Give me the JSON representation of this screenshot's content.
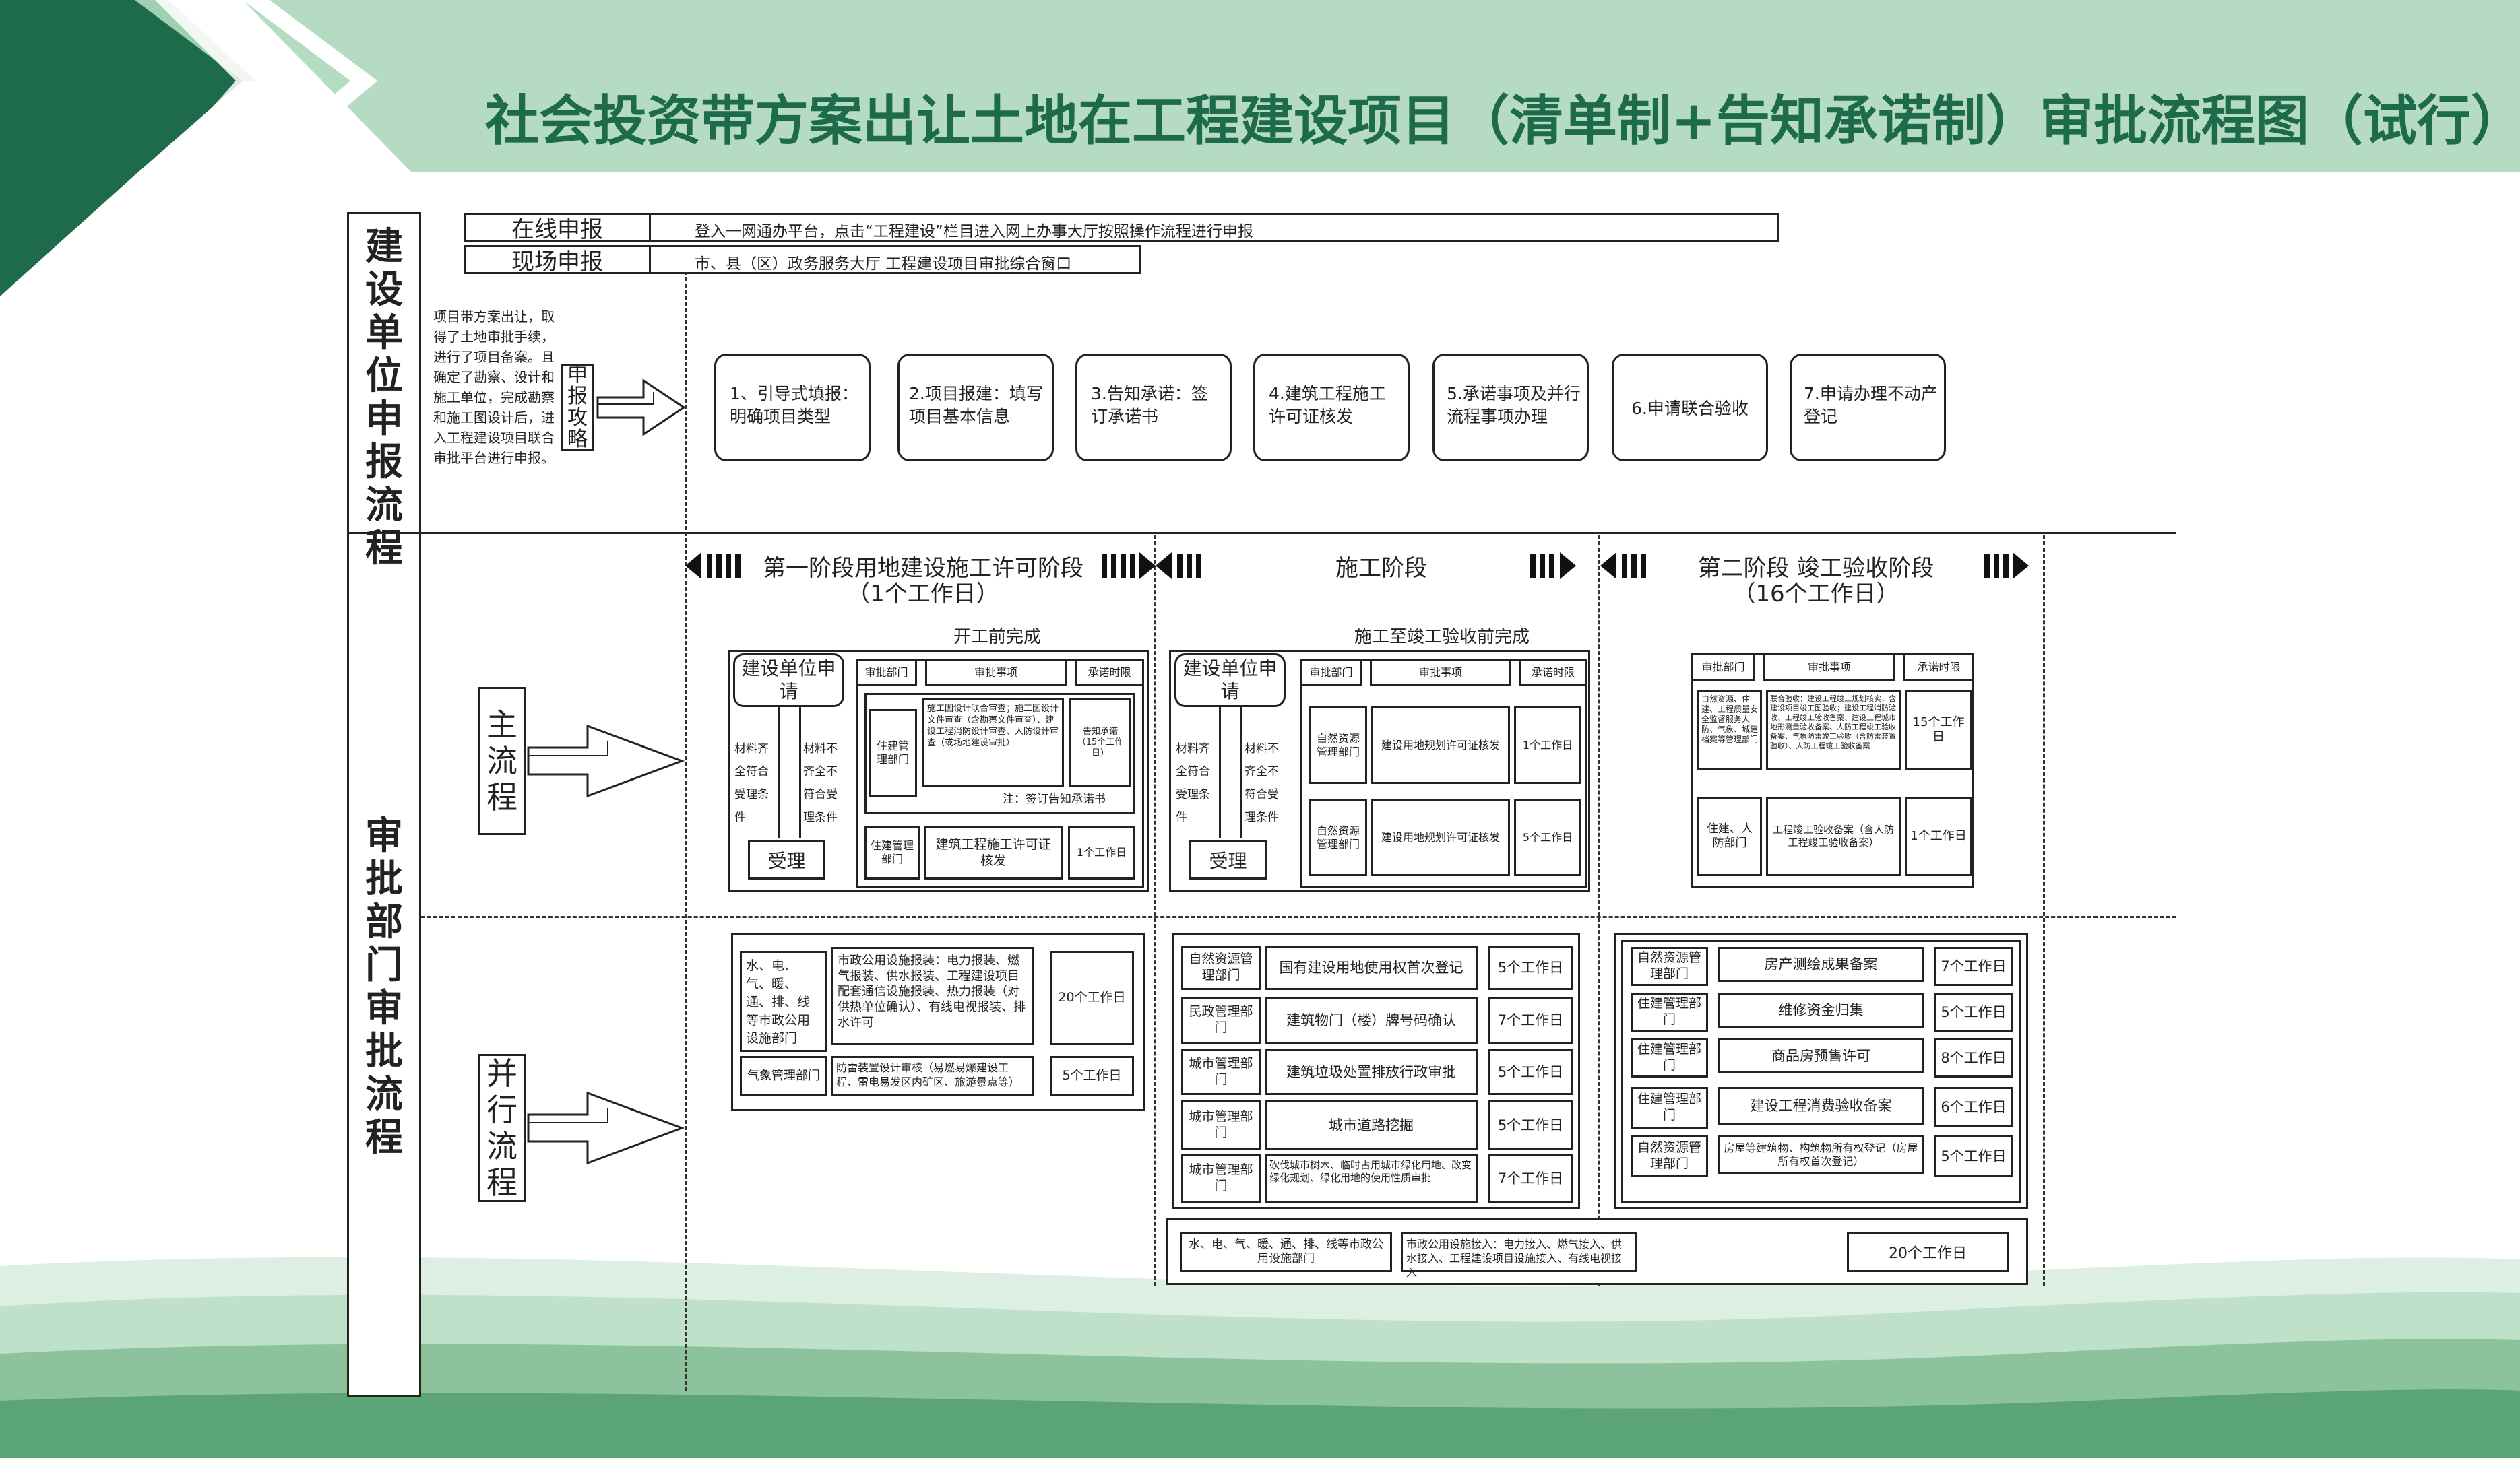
{
  "colors": {
    "accent": "#2f7d57",
    "band": "#b5dcc2",
    "dark_green": "#1d6b4a"
  },
  "title": "社会投资带方案出让土地在工程建设项目（清单制+告知承诺制）审批流程图（试行）",
  "left_labels": {
    "top": "建设单位申报流程",
    "bottom": "审批部门审批流程"
  },
  "online": {
    "label": "在线申报",
    "text": "登入一网通办平台，点击“工程建设”栏目进入网上办事大厅按照操作流程进行申报"
  },
  "onsite": {
    "label": "现场申报",
    "text": "市、县（区）政务服务大厅 工程建设项目审批综合窗口"
  },
  "intro_note": "项目带方案出让，取得了土地审批手续，进行了项目备案。且确定了勘察、设计和施工单位，完成勘察和施工图设计后，进入工程建设项目联合审批平台进行申报。",
  "guide_label": "申报攻略",
  "steps": [
    "1、引导式填报：明确项目类型",
    "2.项目报建：填写项目基本信息",
    "3.告知承诺：签订承诺书",
    "4.建筑工程施工许可证核发",
    "5.承诺事项及并行流程事项办理",
    "6.申请联合验收",
    "7.申请办理不动产登记"
  ],
  "phases": {
    "p1": {
      "title": "第一阶段用地建设施工许可阶段",
      "days": "（1个工作日）",
      "sub": "开工前完成"
    },
    "p2": {
      "title": "施工阶段",
      "sub": "施工至竣工验收前完成"
    },
    "p3": {
      "title": "第二阶段 竣工验收阶段",
      "days": "（16个工作日）"
    }
  },
  "main_label": "主流程",
  "parallel_label": "并行流程",
  "flow": {
    "apply": "建设单位申请",
    "accept": "受理",
    "ok": "材料齐全符合受理条件",
    "not_ok": "材料不齐全不符合受理条件"
  },
  "headers": {
    "dept": "审批部门",
    "item": "审批事项",
    "limit": "承诺时限"
  },
  "m1": {
    "r1": {
      "dept": "住建管理部门",
      "item": "施工图设计联合审查；施工图设计文件审查（含勘察文件审查）、建设工程消防设计审查、人防设计审查（或场地建设审批）",
      "limit": "告知承诺（15个工作日）"
    },
    "note": "注：签订告知承诺书",
    "r2": {
      "dept": "住建管理部门",
      "item": "建筑工程施工许可证核发",
      "limit": "1个工作日"
    }
  },
  "m2": {
    "r1": {
      "dept": "自然资源管理部门",
      "item": "建设用地规划许可证核发",
      "limit": "1个工作日"
    },
    "r2": {
      "dept": "自然资源管理部门",
      "item": "建设用地规划许可证核发",
      "limit": "5个工作日"
    }
  },
  "m3": {
    "r1": {
      "dept": "自然资源、住建、工程质量安全监督服务人防、气象、城建档案等管理部门",
      "item": "联合验收：建设工程竣工规划核实，含建设项目竣工图验收；建设工程消防验收、工程竣工验收备案、建设工程城市地形测量验收备案、人防工程竣工验收备案、气象防雷竣工验收（含防雷装置验收）、人防工程竣工验收备案",
      "limit": "15个工作日"
    },
    "r2": {
      "dept": "住建、人防部门",
      "item": "工程竣工验收备案（含人防工程竣工验收备案）",
      "limit": "1个工作日"
    }
  },
  "par1": [
    {
      "dept": "水、电、气、暖、通、排、线等市政公用设施部门",
      "item": "市政公用设施报装：电力报装、燃气报装、供水报装、工程建设项目配套通信设施报装、热力报装（对供热单位确认）、有线电视报装、排水许可",
      "limit": "20个工作日"
    },
    {
      "dept": "气象管理部门",
      "item": "防雷装置设计审核（易燃易爆建设工程、雷电易发区内矿区、旅游景点等）",
      "limit": "5个工作日"
    }
  ],
  "par2": [
    {
      "dept": "自然资源管理部门",
      "item": "国有建设用地使用权首次登记",
      "limit": "5个工作日"
    },
    {
      "dept": "民政管理部门",
      "item": "建筑物门（楼）牌号码确认",
      "limit": "7个工作日"
    },
    {
      "dept": "城市管理部门",
      "item": "建筑垃圾处置排放行政审批",
      "limit": "5个工作日"
    },
    {
      "dept": "城市管理部门",
      "item": "城市道路挖掘",
      "limit": "5个工作日"
    },
    {
      "dept": "城市管理部门",
      "item": "砍伐城市树木、临时占用城市绿化用地、改变绿化规划、绿化用地的使用性质审批",
      "limit": "7个工作日"
    }
  ],
  "par3": [
    {
      "dept": "自然资源管理部门",
      "item": "房产测绘成果备案",
      "limit": "7个工作日"
    },
    {
      "dept": "住建管理部门",
      "item": "维修资金归集",
      "limit": "5个工作日"
    },
    {
      "dept": "住建管理部门",
      "item": "商品房预售许可",
      "limit": "8个工作日"
    },
    {
      "dept": "住建管理部门",
      "item": "建设工程消费验收备案",
      "limit": "6个工作日"
    },
    {
      "dept": "自然资源管理部门",
      "item": "房屋等建筑物、构筑物所有权登记（房屋所有权首次登记）",
      "limit": "5个工作日"
    }
  ],
  "par_bottom": {
    "dept": "水、电、气、暖、通、排、线等市政公用设施部门",
    "item": "市政公用设施接入：电力接入、燃气接入、供水接入、工程建设项目设施接入、有线电视接入",
    "limit": "20个工作日"
  }
}
